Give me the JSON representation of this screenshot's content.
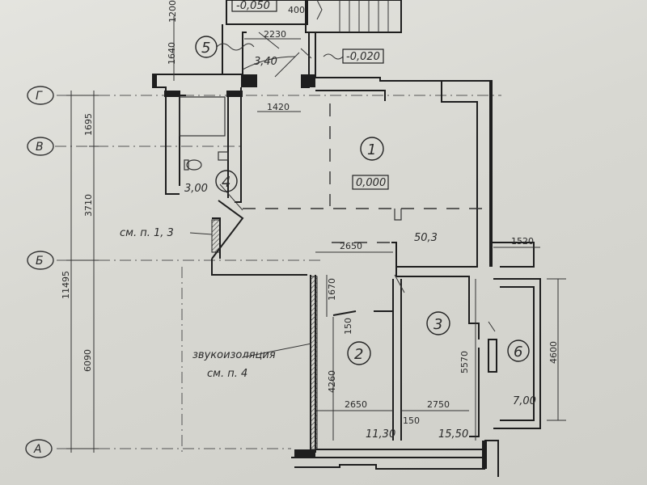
{
  "axes": [
    "Г",
    "В",
    "Б",
    "А"
  ],
  "rooms": {
    "r1": {
      "num": "1",
      "area": "50,3"
    },
    "r2": {
      "num": "2",
      "area": "11,30"
    },
    "r3": {
      "num": "3",
      "area": "15,50"
    },
    "r4": {
      "num": "4",
      "area": "3,00"
    },
    "r5": {
      "num": "5",
      "area": "3,40"
    },
    "r6": {
      "num": "6",
      "area": "7,00"
    }
  },
  "levels": {
    "top": "-0,050",
    "entry": "-0,020",
    "floor": "0,000"
  },
  "dimensions": {
    "d1200": "1200",
    "d400": "400",
    "d1640": "1640",
    "d2230": "2230",
    "d1420": "1420",
    "d1695": "1695",
    "d3710": "3710",
    "d11495": "11495",
    "d6090": "6090",
    "d2650a": "2650",
    "d1670": "1670",
    "d150a": "150",
    "d4260": "4260",
    "d2650b": "2650",
    "d150b": "150",
    "d2750": "2750",
    "d5570": "5570",
    "d1520": "1520",
    "d4600": "4600"
  },
  "notes": {
    "see13": "см. п. 1, 3",
    "soundproof": "звукоизоляция",
    "see4": "см. п. 4"
  }
}
